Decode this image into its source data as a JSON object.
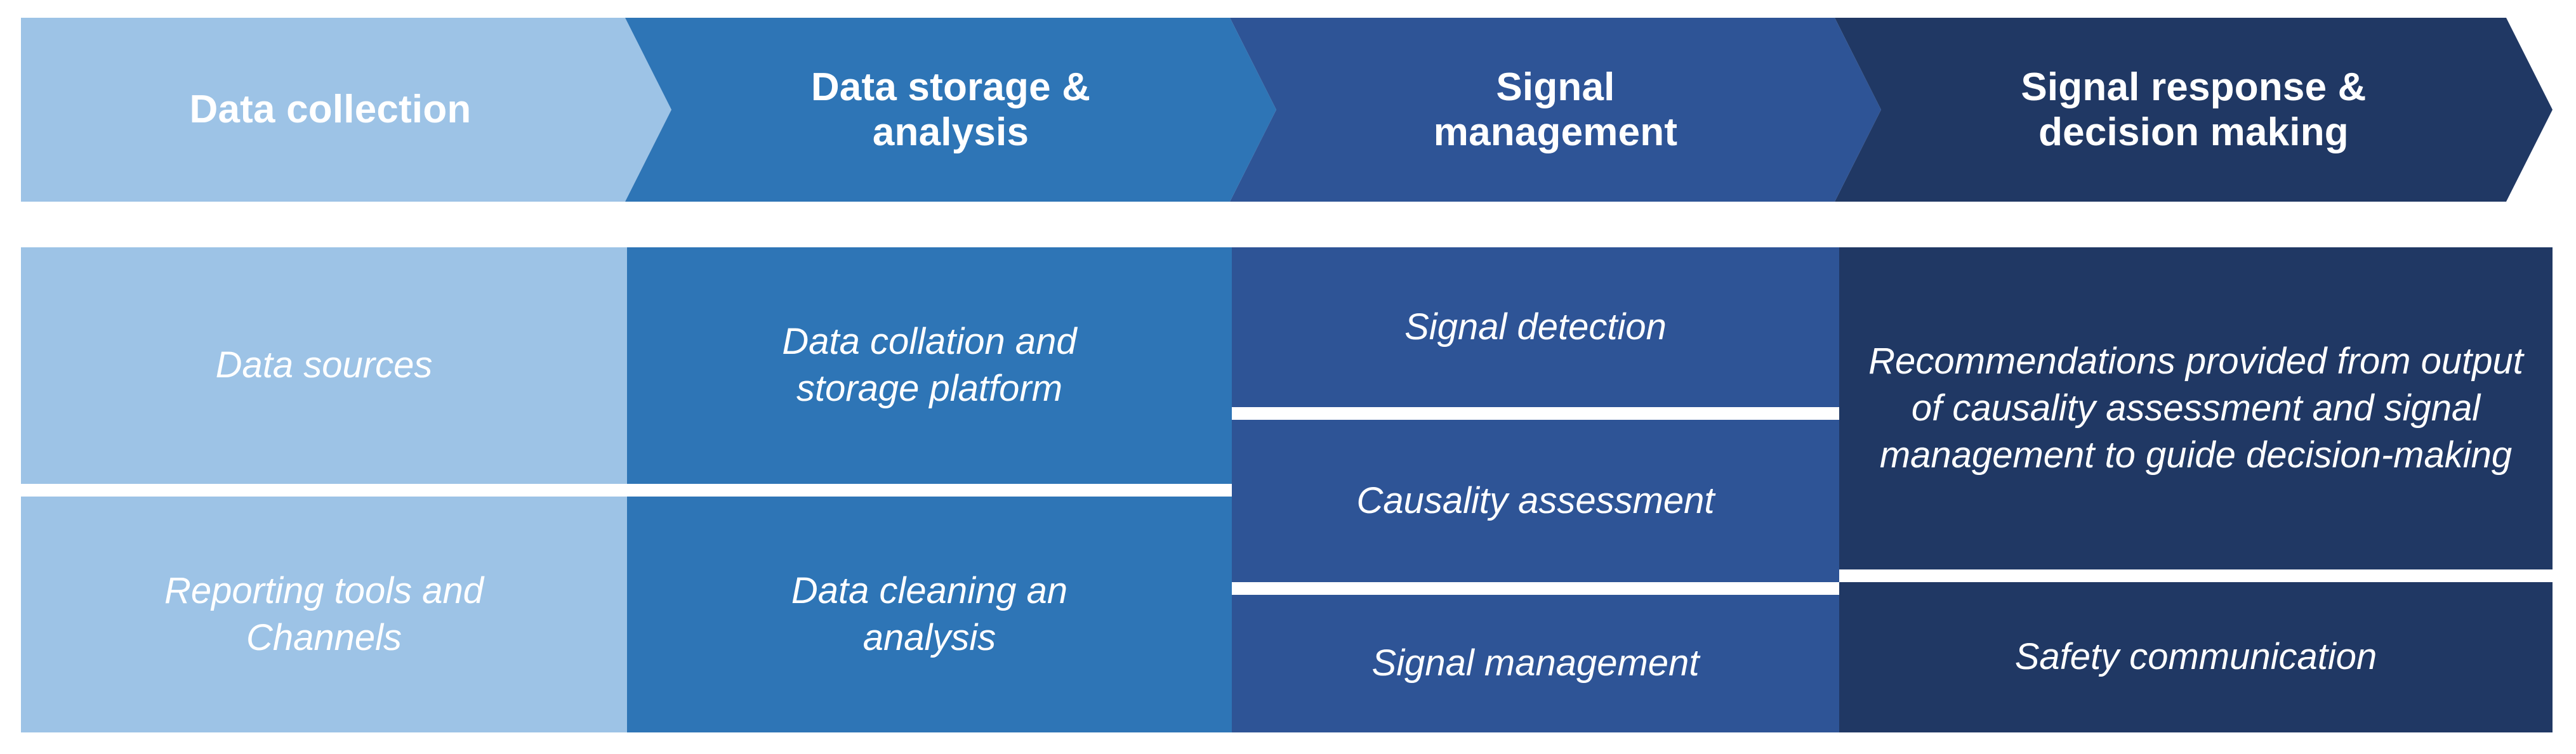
{
  "process": {
    "steps": [
      {
        "id": "data-collection",
        "label": "Data collection",
        "color": "#9dc3e6"
      },
      {
        "id": "data-storage-analysis",
        "label": "Data storage &\nanalysis",
        "color": "#2e75b6"
      },
      {
        "id": "signal-management",
        "label": "Signal\nmanagement",
        "color": "#2e5496"
      },
      {
        "id": "signal-response-decision",
        "label": "Signal response &\ndecision making",
        "color": "#203864"
      }
    ]
  },
  "details": {
    "columns": [
      {
        "id": "data-collection-details",
        "color": "#9dc3e6",
        "cells": [
          {
            "id": "data-sources",
            "label": "Data sources"
          },
          {
            "id": "reporting-tools",
            "label": "Reporting tools and\nChannels"
          }
        ]
      },
      {
        "id": "data-storage-details",
        "color": "#2e75b6",
        "cells": [
          {
            "id": "data-collation",
            "label": "Data collation and\nstorage platform"
          },
          {
            "id": "data-cleaning",
            "label": "Data cleaning an\nanalysis"
          }
        ]
      },
      {
        "id": "signal-management-details",
        "color": "#2e5496",
        "cells": [
          {
            "id": "signal-detection",
            "label": "Signal detection"
          },
          {
            "id": "causality-assessment",
            "label": "Causality assessment"
          },
          {
            "id": "signal-management-step",
            "label": "Signal management"
          }
        ]
      },
      {
        "id": "signal-response-details",
        "color": "#203864",
        "cells": [
          {
            "id": "recommendations",
            "label": "Recommendations provided from output of causality assessment and signal management to guide decision-making"
          },
          {
            "id": "safety-communication",
            "label": "Safety communication"
          }
        ]
      }
    ]
  }
}
